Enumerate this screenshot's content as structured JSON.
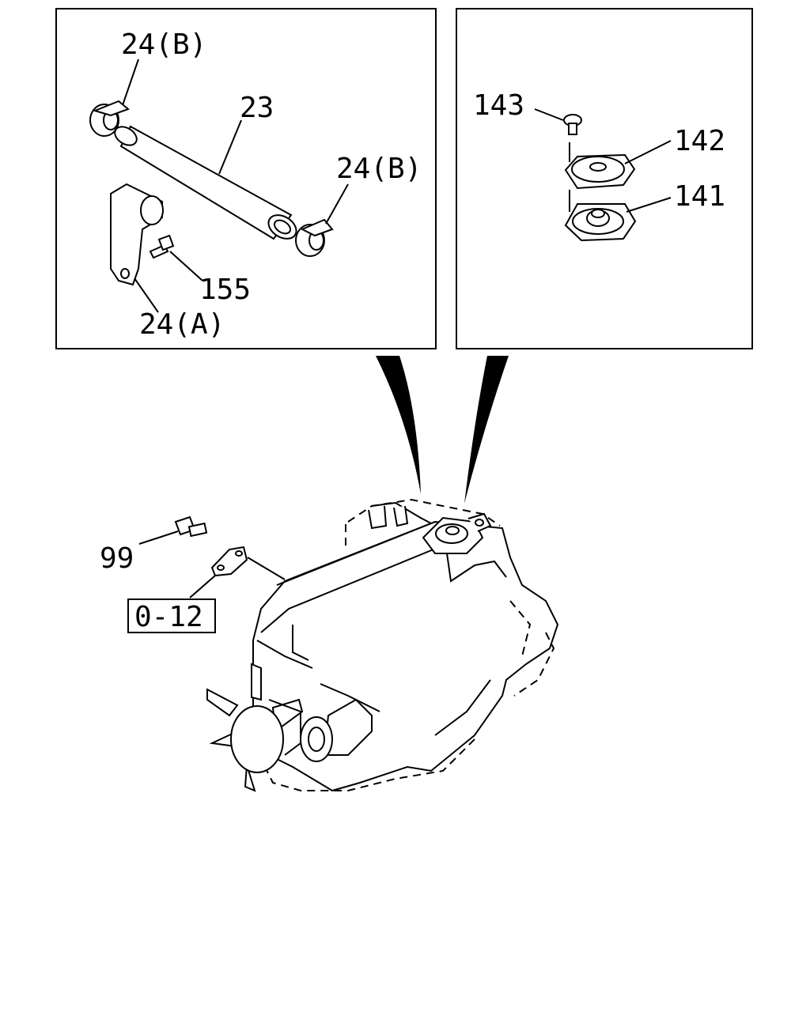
{
  "labels": {
    "p24b_top": "24(B)",
    "p23": "23",
    "p24b_right": "24(B)",
    "p155": "155",
    "p24a": "24(A)",
    "p143": "143",
    "p142": "142",
    "p141": "141",
    "p99": "99",
    "ref_box": "0-12"
  }
}
